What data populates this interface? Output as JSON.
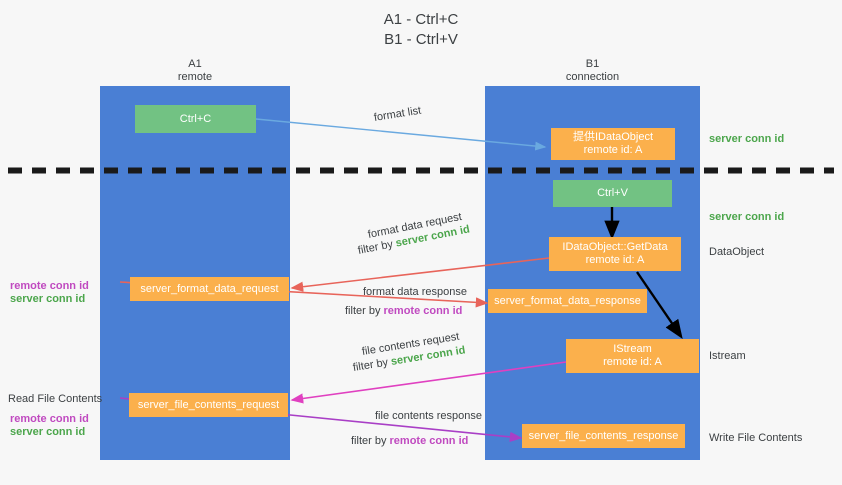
{
  "title": {
    "line1": "A1 - Ctrl+C",
    "line2": "B1 - Ctrl+V"
  },
  "columns": [
    {
      "name": "A1",
      "sub": "remote"
    },
    {
      "name": "B1",
      "sub": "connection"
    }
  ],
  "colors": {
    "lane": "#4a7fd4",
    "green_box": "#72c283",
    "orange_box": "#fbb04c",
    "server_conn": "#4ca64c",
    "remote_conn": "#c04ac0",
    "arrow_blue": "#6aa9e0",
    "arrow_red": "#e8645a",
    "arrow_black": "#000000",
    "arrow_magenta": "#e040c0",
    "arrow_purple": "#a93fc6",
    "text": "#3c4043",
    "background": "#f7f7f7"
  },
  "boxes": {
    "ctrl_c": {
      "label": "Ctrl+C"
    },
    "provide_dataobject": {
      "line1": "提供IDataObject",
      "line2": "remote id: A"
    },
    "ctrl_v": {
      "label": "Ctrl+V"
    },
    "getdata": {
      "line1": "IDataObject::GetData",
      "line2": "remote id: A"
    },
    "istream": {
      "line1": "IStream",
      "line2": "remote id: A"
    },
    "server_format_data_request": {
      "label": "server_format_data_request"
    },
    "server_format_data_response": {
      "label": "server_format_data_response"
    },
    "server_file_contents_request": {
      "label": "server_file_contents_request"
    },
    "server_file_contents_response": {
      "label": "server_file_contents_response"
    }
  },
  "edge_labels": {
    "format_list": "format list",
    "format_data_request": "format data request",
    "format_data_request_filter_prefix": "filter by ",
    "format_data_request_filter_value": "server conn id",
    "format_data_response": "format data response",
    "format_data_response_filter_prefix": "filter by ",
    "format_data_response_filter_value": "remote conn id",
    "file_contents_request": "file contents request",
    "file_contents_request_filter_prefix": "filter by ",
    "file_contents_request_filter_value": "server conn id",
    "file_contents_response": "file contents response",
    "file_contents_response_filter_prefix": "filter by ",
    "file_contents_response_filter_value": "remote conn id"
  },
  "right_annotations": {
    "server_conn_id_top": "server conn id",
    "server_conn_id_mid": "server conn id",
    "dataobject": "DataObject",
    "istream": "Istream",
    "write_file_contents": "Write File Contents"
  },
  "left_annotations": {
    "format_remote_conn_id": "remote conn id",
    "format_server_conn_id": "server conn id",
    "read_file_contents": "Read File Contents",
    "file_remote_conn_id": "remote conn id",
    "file_server_conn_id": "server conn id"
  }
}
